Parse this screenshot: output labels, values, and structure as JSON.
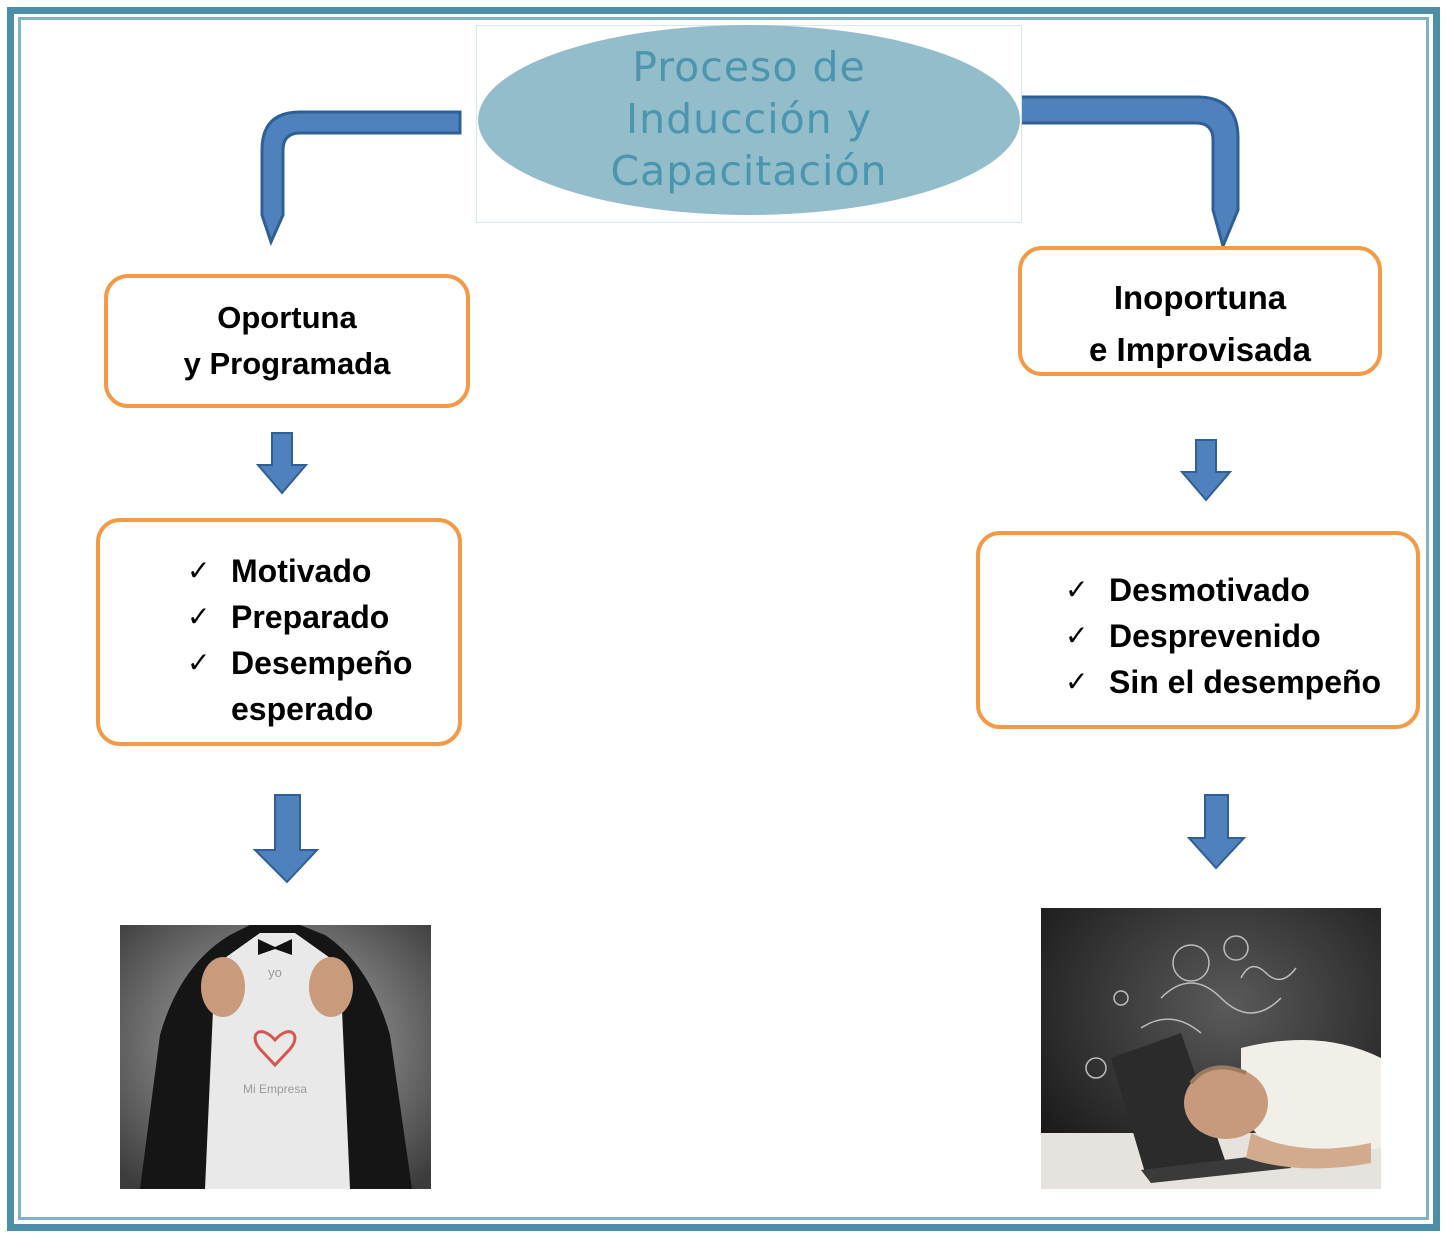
{
  "title": "Proceso  de\nInducción y\nCapacitación",
  "left": {
    "heading": [
      "Oportuna",
      "y Programada"
    ],
    "items": [
      "Motivado",
      "Preparado",
      "Desempeño\nesperado"
    ],
    "image": {
      "caption_top": "yo",
      "caption_bottom": "Mi Empresa"
    }
  },
  "right": {
    "heading": [
      "Inoportuna",
      "e Improvisada"
    ],
    "items": [
      "Desmotivado",
      "Desprevenido",
      "Sin el desempeño"
    ]
  },
  "colors": {
    "frame": "#4a8fa6",
    "ellipse": "#93bdcb",
    "title_text": "#4b95ae",
    "box_border": "#f29a48",
    "arrow_fill": "#4f81bd",
    "arrow_stroke": "#2f5f96"
  },
  "icons": [
    "check-icon",
    "down-arrow-icon",
    "elbow-arrow-icon"
  ]
}
